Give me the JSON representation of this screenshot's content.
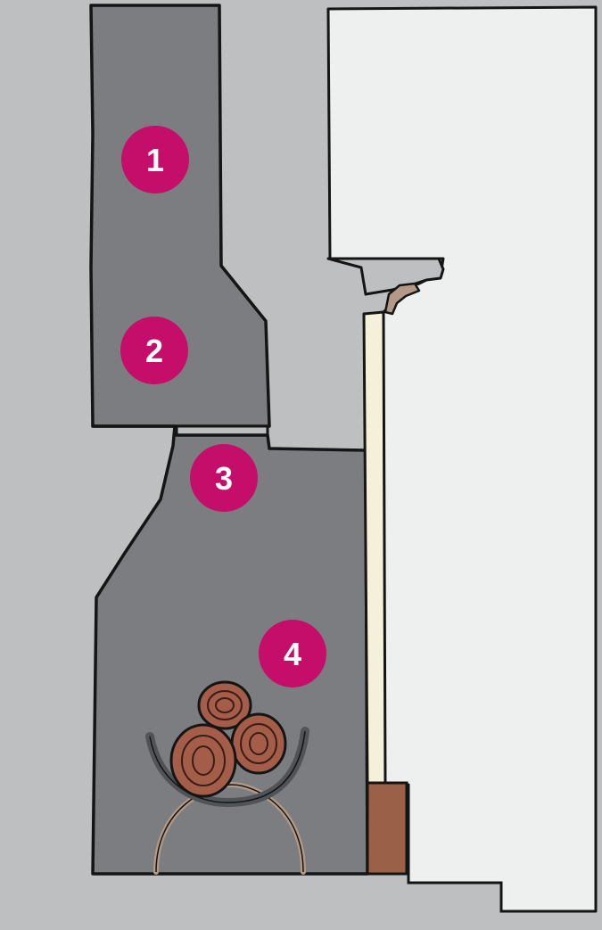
{
  "diagram": {
    "colors": {
      "background": "#bdbfc1",
      "wall": "#eef0ef",
      "chimney": "#7c7d81",
      "outline": "#151515",
      "marker": "#c40e6a",
      "marker_text": "#ffffff",
      "pillar": "#f4f0d9",
      "plinth": "#9b6148",
      "log": "#a45d48",
      "log_ring": "#3a1d16",
      "grate": "#505358",
      "grate_stand": "#b49a86"
    },
    "markers": [
      {
        "id": "1",
        "label": "1"
      },
      {
        "id": "2",
        "label": "2"
      },
      {
        "id": "3",
        "label": "3"
      },
      {
        "id": "4",
        "label": "4"
      }
    ],
    "icons": {
      "logs": "firewood-logs-icon",
      "grate": "fire-grate-icon"
    }
  }
}
